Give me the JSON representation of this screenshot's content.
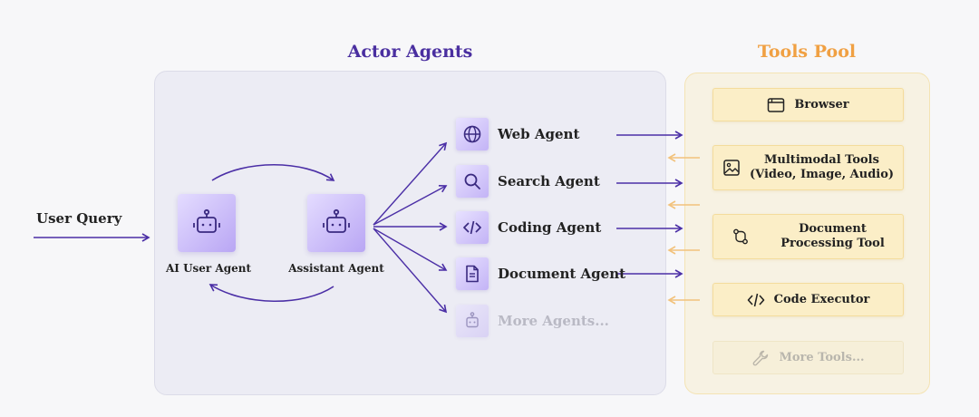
{
  "titles": {
    "actor_agents": "Actor Agents",
    "tools_pool": "Tools Pool"
  },
  "input": {
    "user_query": "User Query"
  },
  "agents": {
    "ai_user": "AI User Agent",
    "assistant": "Assistant Agent"
  },
  "sub_agents": [
    {
      "label": "Web Agent",
      "icon": "globe-icon"
    },
    {
      "label": "Search Agent",
      "icon": "search-icon"
    },
    {
      "label": "Coding Agent",
      "icon": "code-icon"
    },
    {
      "label": "Document Agent",
      "icon": "document-icon"
    },
    {
      "label": "More Agents...",
      "icon": "robot-icon"
    }
  ],
  "tools": [
    {
      "line1": "Browser",
      "line2": "",
      "icon": "browser-icon"
    },
    {
      "line1": "Multimodal Tools",
      "line2": "(Video, Image, Audio)",
      "icon": "image-icon"
    },
    {
      "line1": "Document",
      "line2": "Processing Tool",
      "icon": "git-compare-icon"
    },
    {
      "line1": "Code Executor",
      "line2": "",
      "icon": "code-icon"
    },
    {
      "line1": "More Tools...",
      "line2": "",
      "icon": "wrench-icon"
    }
  ],
  "colors": {
    "agent_accent": "#4a2fa0",
    "arrow_purple": "#4b2fa6",
    "tools_accent": "#f0a043",
    "tool_arrow": "#f2c27c"
  }
}
